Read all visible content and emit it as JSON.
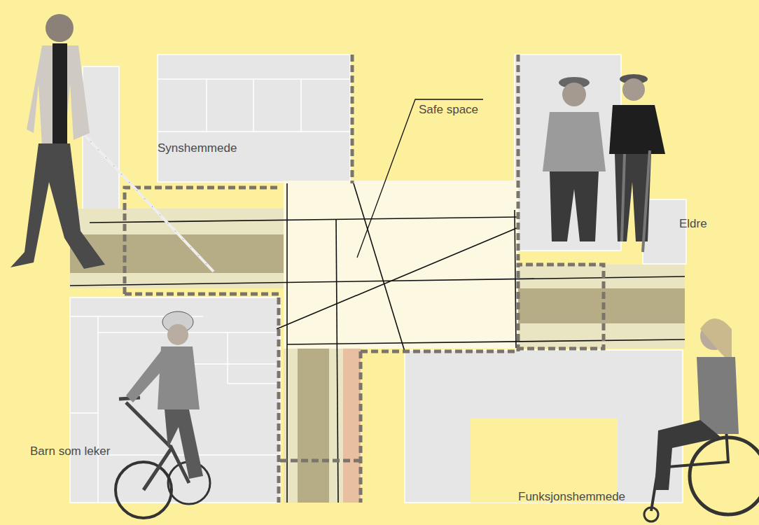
{
  "diagram": {
    "labels": [
      "Synshemmede",
      "Safe space",
      "Eldre",
      "Barn som leker",
      "Funksjonshemmede"
    ]
  }
}
